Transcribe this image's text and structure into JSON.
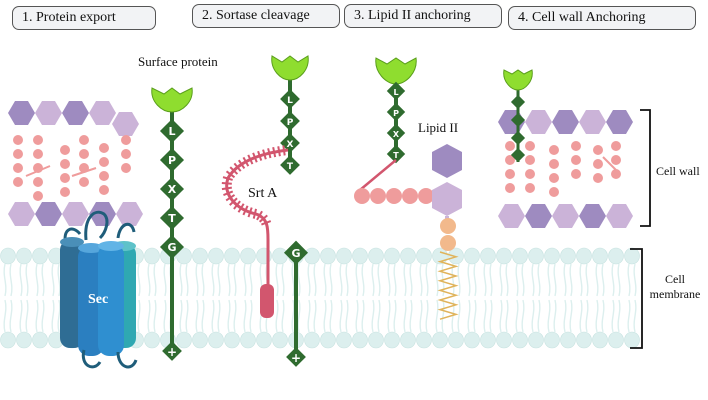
{
  "steps": [
    {
      "label": "1. Protein export"
    },
    {
      "label": "2. Sortase cleavage"
    },
    {
      "label": "3. Lipid II anchoring"
    },
    {
      "label": "4. Cell wall Anchoring"
    }
  ],
  "labels": {
    "surface_protein": "Surface protein",
    "srt_a": "Srt A",
    "lipid_ii": "Lipid II",
    "cell_wall": "Cell wall",
    "cell_membrane": "Cell membrane",
    "sec": "Sec"
  },
  "motif": [
    "L",
    "P",
    "X",
    "T",
    "G"
  ],
  "tail_mark": "+",
  "colors": {
    "protein_head": "#8fdd2f",
    "motif_diamond": "#2f6b2f",
    "membrane_lipid": "#dcefee",
    "glycan_purple": "#9e8bc0",
    "glycan_lilac": "#cbb3d8",
    "peptide_pink": "#ef9c9c",
    "sec_blue": "#2b7fc0",
    "sortase": "#d2566e",
    "lipid_orange": "#f2b98c"
  }
}
